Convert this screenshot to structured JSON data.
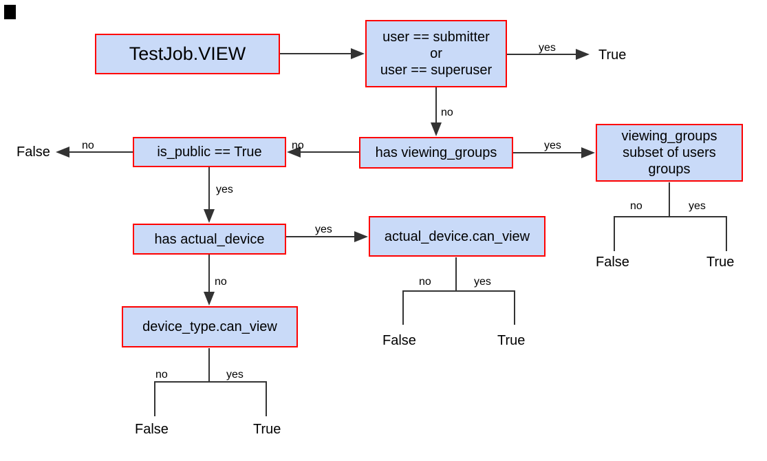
{
  "colors": {
    "node_fill": "#c9daf8",
    "node_border": "#ff0000",
    "line_color": "#333333",
    "text_color": "#000000"
  },
  "nodes": [
    {
      "id": "testjob-view",
      "label": "TestJob.VIEW"
    },
    {
      "id": "cond-user",
      "label": "user == submitter\nor\nuser == superuser"
    },
    {
      "id": "has-viewing-groups",
      "label": "has viewing_groups"
    },
    {
      "id": "viewing-groups-subset",
      "label": "viewing_groups\nsubset of users\ngroups"
    },
    {
      "id": "is-public",
      "label": "is_public == True"
    },
    {
      "id": "has-actual-device",
      "label": "has actual_device"
    },
    {
      "id": "actual-device-can-view",
      "label": "actual_device.can_view"
    },
    {
      "id": "device-type-can-view",
      "label": "device_type.can_view"
    }
  ],
  "edge_labels": {
    "cond_user_yes": "yes",
    "cond_user_no": "no",
    "has_viewing_groups_yes": "yes",
    "has_viewing_groups_no": "no",
    "is_public_no": "no",
    "is_public_yes": "yes",
    "has_actual_device_yes": "yes",
    "has_actual_device_no": "no",
    "viewing_subset_no": "no",
    "viewing_subset_yes": "yes",
    "actual_device_no": "no",
    "actual_device_yes": "yes",
    "device_type_no": "no",
    "device_type_yes": "yes"
  },
  "terminals": {
    "cond_user_true": "True",
    "is_public_false": "False",
    "viewing_subset_false": "False",
    "viewing_subset_true": "True",
    "actual_device_false": "False",
    "actual_device_true": "True",
    "device_type_false": "False",
    "device_type_true": "True"
  }
}
